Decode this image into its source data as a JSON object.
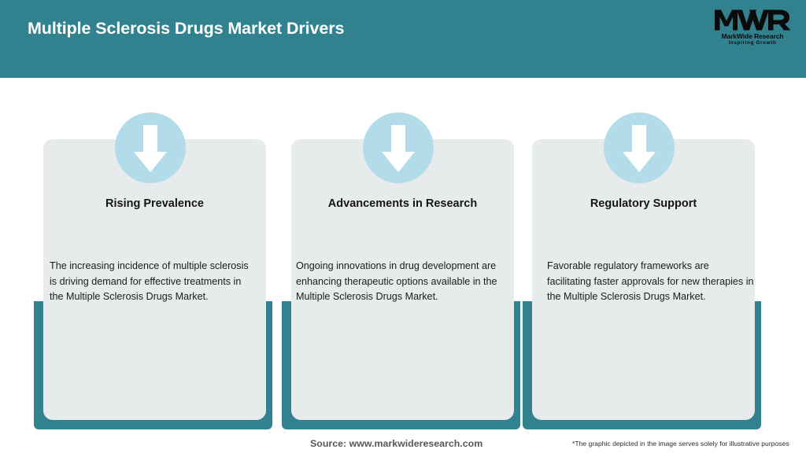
{
  "header": {
    "title": "Multiple Sclerosis Drugs Market Drivers",
    "background_color": "#31818f",
    "title_color": "#ffffff"
  },
  "logo": {
    "mark": "MWR",
    "name": "MarkWide Research",
    "tagline": "Inspiring Growth"
  },
  "theme": {
    "teal": "#31818f",
    "panel_grey": "#e7ebec",
    "icon_circle_blue": "#b3dcea",
    "arrow_white": "#ffffff"
  },
  "cards": [
    {
      "icon": "down-arrow-icon",
      "title": "Rising Prevalence",
      "body": "The increasing incidence of multiple sclerosis is driving demand for effective treatments in the Multiple Sclerosis Drugs Market."
    },
    {
      "icon": "down-arrow-icon",
      "title": "Advancements in Research",
      "body": "Ongoing innovations in drug development are enhancing therapeutic options available in the Multiple Sclerosis Drugs Market."
    },
    {
      "icon": "down-arrow-icon",
      "title": "Regulatory Support",
      "body": "Favorable regulatory frameworks are facilitating faster approvals for new therapies in the Multiple Sclerosis Drugs Market."
    }
  ],
  "footer": {
    "source": "Source: www.markwideresearch.com",
    "disclaimer": "*The graphic depicted in the image serves solely for illustrative purposes"
  }
}
